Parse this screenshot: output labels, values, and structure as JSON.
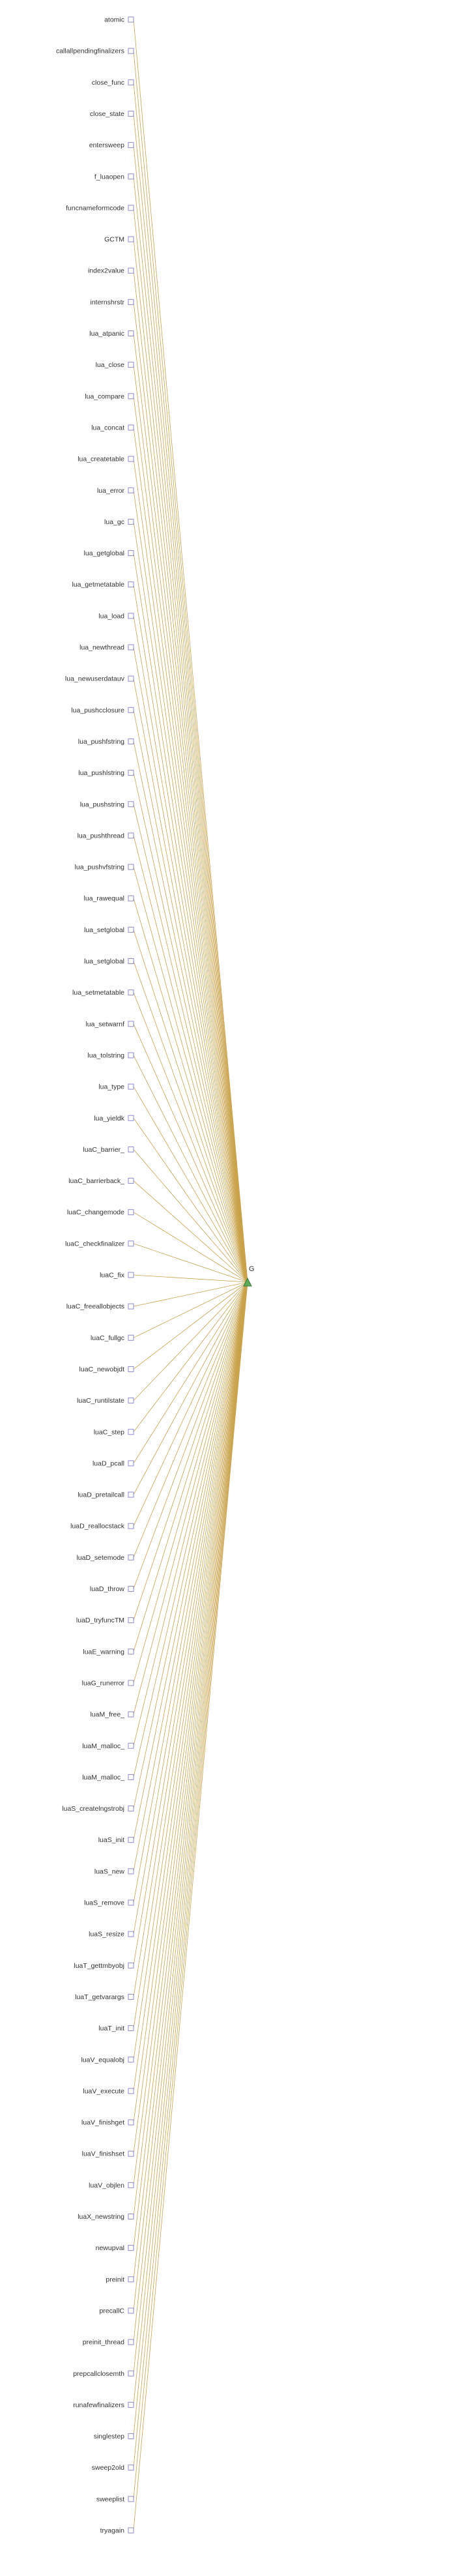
{
  "graph": {
    "nodes": [
      "atomic",
      "callallpendingfinalizers",
      "close_func",
      "close_state",
      "entersweep",
      "f_luaopen",
      "funcnameformcode",
      "GCTM",
      "index2value",
      "internshrstr",
      "lua_atpanic",
      "lua_close",
      "lua_compare",
      "lua_concat",
      "lua_createtable",
      "lua_error",
      "lua_gc",
      "lua_getglobal",
      "lua_getmetatable",
      "lua_load",
      "lua_newthread",
      "lua_newuserdatauv",
      "lua_pushcclosure",
      "lua_pushfstring",
      "lua_pushlstring",
      "lua_pushstring",
      "lua_pushthread",
      "lua_pushvfstring",
      "lua_rawequal",
      "lua_setglobal",
      "lua_setglobal",
      "lua_setmetatable",
      "lua_setwarnf",
      "lua_tolstring",
      "lua_type",
      "lua_yieldk",
      "luaC_barrier_",
      "luaC_barrierback_",
      "luaC_changemode",
      "luaC_checkfinalizer",
      "luaC_fix",
      "luaC_freeallobjects",
      "luaC_fullgc",
      "luaC_newobjdt",
      "luaC_runtilstate",
      "luaC_step",
      "luaD_pcall",
      "luaD_pretailcall",
      "luaD_reallocstack",
      "luaD_setemode",
      "luaD_throw",
      "luaD_tryfuncTM",
      "luaE_warning",
      "luaG_runerror",
      "luaM_free_",
      "luaM_malloc_",
      "luaM_malloc_",
      "luaS_createlngstrobj",
      "luaS_init",
      "luaS_new",
      "luaS_remove",
      "luaS_resize",
      "luaT_gettmbyobj",
      "luaT_getvarargs",
      "luaT_init",
      "luaV_equalobj",
      "luaV_execute",
      "luaV_finishget",
      "luaV_finishset",
      "luaV_objlen",
      "luaX_newstring",
      "newupval",
      "preinit",
      "precallC",
      "preinit_thread",
      "prepcallclosemth",
      "runafewfinalizers",
      "singlestep",
      "sweep2old",
      "sweeplist",
      "tryagain"
    ],
    "target": {
      "label": "G",
      "icon": "triangle-icon"
    },
    "colors": {
      "edge": "#c9a24a",
      "node_border": "#8b8bd0",
      "node_fill": "#ffffff",
      "label": "#333333",
      "target_fill": "#5aaa5a",
      "target_border": "#3a7a3a"
    }
  }
}
